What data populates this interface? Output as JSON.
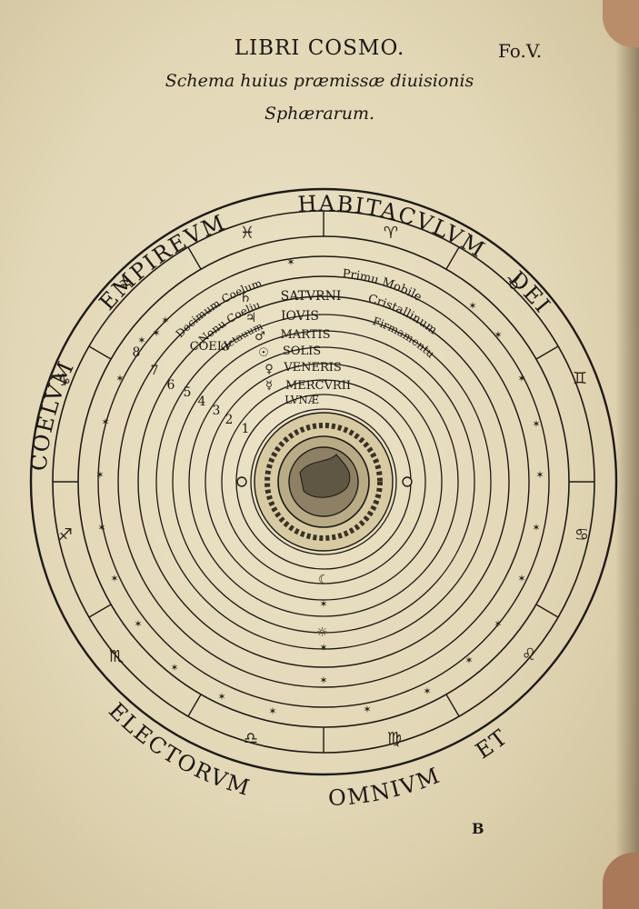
{
  "header": {
    "title": "LIBRI COSMO.",
    "folio": "Fo.V.",
    "subtitle_line1": "Schema huius præmissæ diuisionis",
    "subtitle_line2": "Sphærarum."
  },
  "outer_legend": {
    "words": [
      "COELVM",
      "EMPIREVM",
      "HABITACVLVM",
      "DEI",
      "ET",
      "OMNIVM",
      "ELECTORVM"
    ]
  },
  "spheres": {
    "decimum": "Decimum Coelum",
    "primum_mobile": "Primu Mobile",
    "nonum": "Nonu Coeliu",
    "crystallinum": "Cristallinum",
    "octauum": "Octauum",
    "firmamentum": "Firmamentu",
    "coelum_prefix": "COELV",
    "saturni": "SATVRNI",
    "iouis": "IOVIS",
    "martis": "MARTIS",
    "solis": "SOLIS",
    "veneris": "VENERIS",
    "mercurii": "MERCVRII",
    "lunae": "LVNÆ"
  },
  "numerals": [
    "8",
    "7",
    "6",
    "5",
    "4",
    "3",
    "2",
    "1"
  ],
  "page_signature": "B",
  "colors": {
    "ink": "#1e1a14",
    "paper": "#e6dcbd"
  }
}
